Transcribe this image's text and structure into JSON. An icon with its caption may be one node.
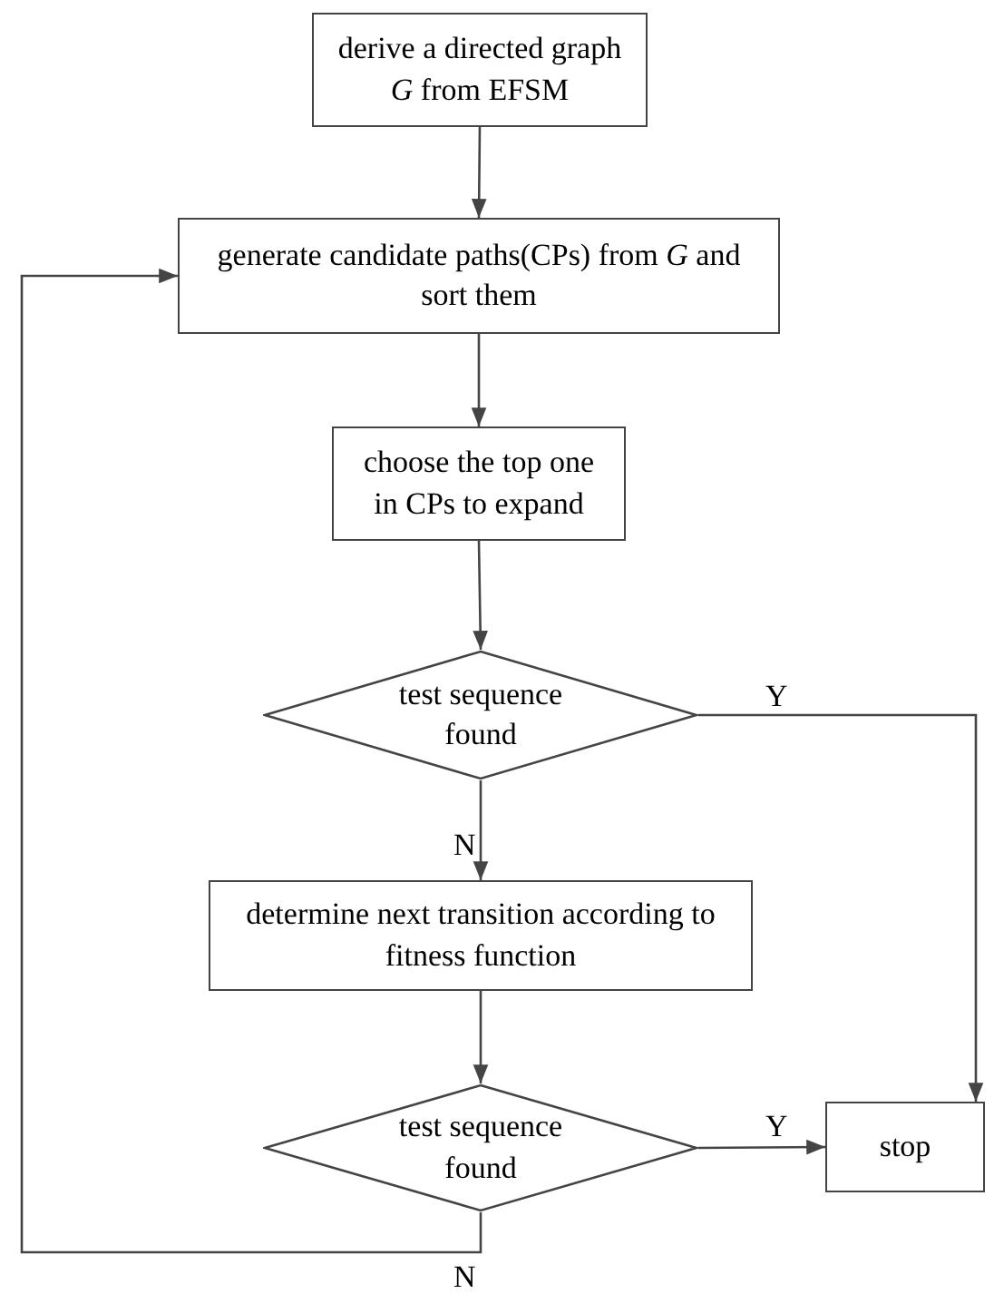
{
  "diagram": {
    "nodes": [
      {
        "text": [
          "derive a directed graph *G* from EFSM"
        ]
      },
      {
        "text": [
          "generate candidate paths(CPs) from *G* and sort them"
        ]
      },
      {
        "text": [
          "choose the top one in CPs to expand"
        ]
      },
      {
        "text": [
          "test sequence found"
        ]
      },
      {
        "text": [
          "determine next transition according to fitness function"
        ]
      },
      {
        "text": [
          "test sequence found"
        ]
      },
      {
        "text": [
          "stop"
        ]
      }
    ],
    "edges": [
      {
        "from": 0,
        "to": 1,
        "arrow": "to"
      },
      {
        "from": 1,
        "to": 2,
        "arrow": "to"
      },
      {
        "from": 2,
        "to": 3,
        "arrow": "to"
      },
      {
        "from": 3,
        "to": 4,
        "arrow": "to",
        "label": "N"
      },
      {
        "from": 3,
        "to": 6,
        "arrow": "to",
        "label": "Y"
      },
      {
        "from": 4,
        "to": 5,
        "arrow": "to"
      },
      {
        "from": 5,
        "to": 6,
        "arrow": "to",
        "label": "Y"
      },
      {
        "from": 5,
        "to": 1,
        "arrow": "to",
        "label": "N"
      }
    ]
  }
}
